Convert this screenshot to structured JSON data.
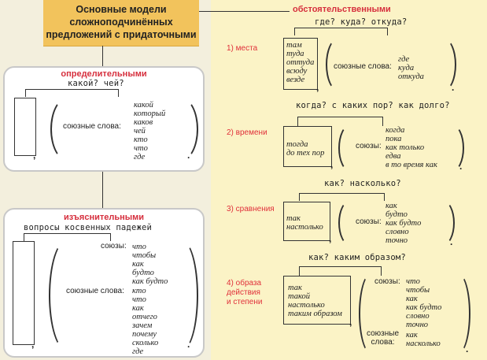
{
  "title": {
    "line1": "Основные модели",
    "line2": "сложноподчинённых",
    "line3": "предложений с придаточными"
  },
  "def": {
    "heading": "определительными",
    "question": "какой? чей?",
    "label": "союзные слова:",
    "words": [
      "какой",
      "который",
      "каков",
      "чей",
      "кто",
      "что",
      "где"
    ]
  },
  "expl": {
    "heading": "изъяснительными",
    "question": "вопросы косвенных падежей",
    "label_conj": "союзы:",
    "conj": [
      "что",
      "чтобы",
      "как",
      "будто",
      "как будто"
    ],
    "label_words": "союзные слова:",
    "words": [
      "кто",
      "что",
      "как",
      "отчего",
      "зачем",
      "почему",
      "сколько",
      "где"
    ]
  },
  "adv": {
    "heading": "обстоятельственными",
    "place": {
      "question": "где? куда? откуда?",
      "label": "1) места",
      "left": [
        "там",
        "туда",
        "оттуда",
        "всюду",
        "везде"
      ],
      "mid": "союзные слова:",
      "right": [
        "где",
        "куда",
        "откуда"
      ]
    },
    "time": {
      "question": "когда? с каких пор? как долго?",
      "label": "2) времени",
      "left": [
        "тогда",
        "до тех пор"
      ],
      "mid": "союзы:",
      "right": [
        "когда",
        "пока",
        "как только",
        "едва",
        "в то время как"
      ]
    },
    "comparison": {
      "question": "как? насколько?",
      "label": "3) сравнения",
      "left": [
        "так",
        "настолько"
      ],
      "mid": "союзы:",
      "right": [
        "как",
        "будто",
        "как будто",
        "словно",
        "точно"
      ]
    },
    "manner": {
      "question": "как? каким образом?",
      "label1": "4) образа",
      "label2": "действия",
      "label3": "и степени",
      "left": [
        "так",
        "такой",
        "настолько",
        "таким образом"
      ],
      "mid1": "союзы:",
      "right1": [
        "что",
        "чтобы",
        "как",
        "как будто",
        "словно",
        "точно"
      ],
      "mid2a": "союзные",
      "mid2b": "слова:",
      "right2": [
        "как",
        "насколько"
      ]
    }
  }
}
